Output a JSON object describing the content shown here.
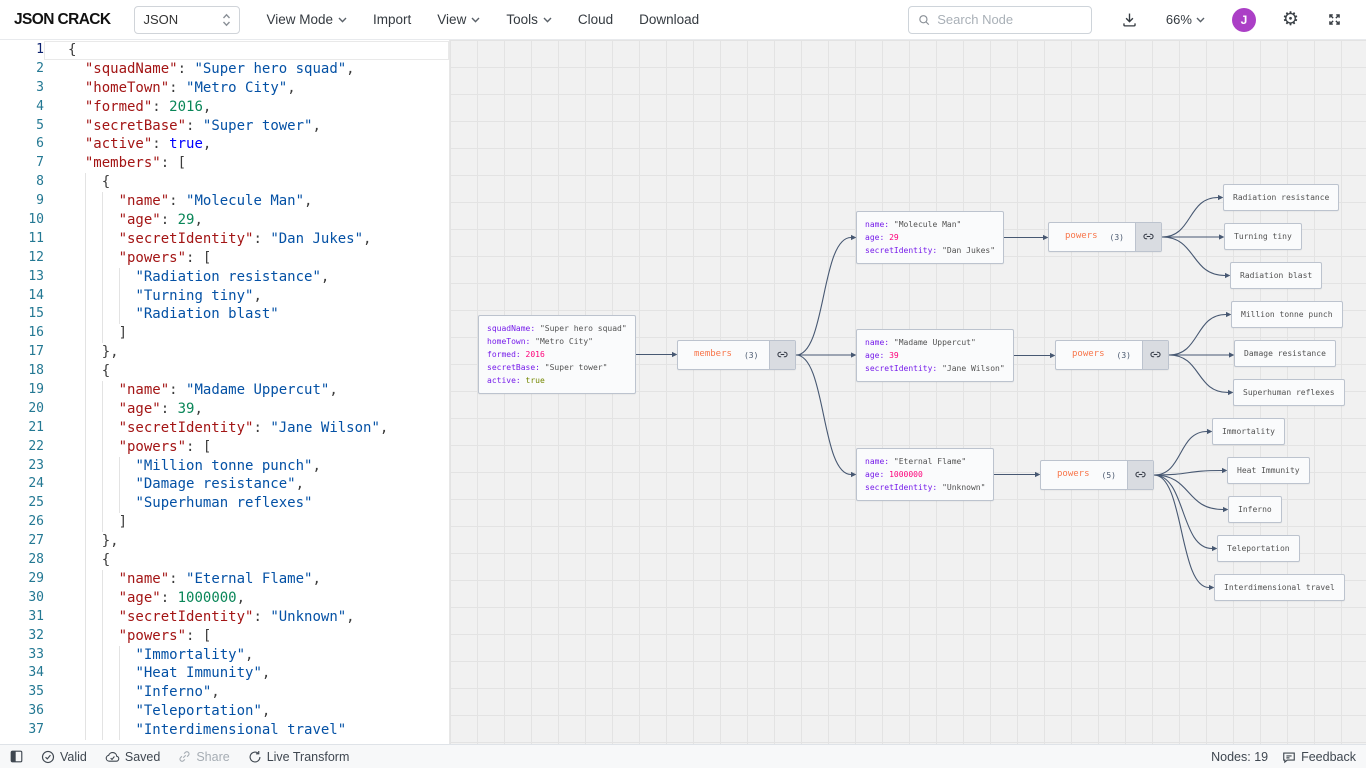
{
  "header": {
    "logo": "JSON CRACK",
    "format_select": "JSON",
    "menus": [
      "View Mode",
      "Import",
      "View",
      "Tools",
      "Cloud",
      "Download"
    ],
    "search_placeholder": "Search Node",
    "zoom": "66%",
    "avatar_initial": "J"
  },
  "editor": {
    "lines": [
      "{",
      "  \"squadName\": \"Super hero squad\",",
      "  \"homeTown\": \"Metro City\",",
      "  \"formed\": 2016,",
      "  \"secretBase\": \"Super tower\",",
      "  \"active\": true,",
      "  \"members\": [",
      "    {",
      "      \"name\": \"Molecule Man\",",
      "      \"age\": 29,",
      "      \"secretIdentity\": \"Dan Jukes\",",
      "      \"powers\": [",
      "        \"Radiation resistance\",",
      "        \"Turning tiny\",",
      "        \"Radiation blast\"",
      "      ]",
      "    },",
      "    {",
      "      \"name\": \"Madame Uppercut\",",
      "      \"age\": 39,",
      "      \"secretIdentity\": \"Jane Wilson\",",
      "      \"powers\": [",
      "        \"Million tonne punch\",",
      "        \"Damage resistance\",",
      "        \"Superhuman reflexes\"",
      "      ]",
      "    },",
      "    {",
      "      \"name\": \"Eternal Flame\",",
      "      \"age\": 1000000,",
      "      \"secretIdentity\": \"Unknown\",",
      "      \"powers\": [",
      "        \"Immortality\",",
      "        \"Heat Immunity\",",
      "        \"Inferno\",",
      "        \"Teleportation\",",
      "        \"Interdimensional travel\""
    ]
  },
  "graph": {
    "nodes": [
      {
        "id": "root",
        "kind": "object",
        "rows": [
          {
            "key": "squadName",
            "value": "\"Super hero squad\"",
            "type": "string"
          },
          {
            "key": "homeTown",
            "value": "\"Metro City\"",
            "type": "string"
          },
          {
            "key": "formed",
            "value": "2016",
            "type": "number"
          },
          {
            "key": "secretBase",
            "value": "\"Super tower\"",
            "type": "string"
          },
          {
            "key": "active",
            "value": "true",
            "type": "bool"
          }
        ]
      },
      {
        "id": "members",
        "kind": "parent",
        "label": "members",
        "count": "(3)"
      },
      {
        "id": "m1",
        "kind": "object",
        "rows": [
          {
            "key": "name",
            "value": "\"Molecule Man\"",
            "type": "string"
          },
          {
            "key": "age",
            "value": "29",
            "type": "number"
          },
          {
            "key": "secretIdentity",
            "value": "\"Dan Jukes\"",
            "type": "string"
          }
        ]
      },
      {
        "id": "p1",
        "kind": "parent",
        "label": "powers",
        "count": "(3)"
      },
      {
        "id": "p1a",
        "kind": "leaf",
        "text": "Radiation resistance"
      },
      {
        "id": "p1b",
        "kind": "leaf",
        "text": "Turning tiny"
      },
      {
        "id": "p1c",
        "kind": "leaf",
        "text": "Radiation blast"
      },
      {
        "id": "m2",
        "kind": "object",
        "rows": [
          {
            "key": "name",
            "value": "\"Madame Uppercut\"",
            "type": "string"
          },
          {
            "key": "age",
            "value": "39",
            "type": "number"
          },
          {
            "key": "secretIdentity",
            "value": "\"Jane Wilson\"",
            "type": "string"
          }
        ]
      },
      {
        "id": "p2",
        "kind": "parent",
        "label": "powers",
        "count": "(3)"
      },
      {
        "id": "p2a",
        "kind": "leaf",
        "text": "Million tonne punch"
      },
      {
        "id": "p2b",
        "kind": "leaf",
        "text": "Damage resistance"
      },
      {
        "id": "p2c",
        "kind": "leaf",
        "text": "Superhuman reflexes"
      },
      {
        "id": "m3",
        "kind": "object",
        "rows": [
          {
            "key": "name",
            "value": "\"Eternal Flame\"",
            "type": "string"
          },
          {
            "key": "age",
            "value": "1000000",
            "type": "number"
          },
          {
            "key": "secretIdentity",
            "value": "\"Unknown\"",
            "type": "string"
          }
        ]
      },
      {
        "id": "p3",
        "kind": "parent",
        "label": "powers",
        "count": "(5)"
      },
      {
        "id": "p3a",
        "kind": "leaf",
        "text": "Immortality"
      },
      {
        "id": "p3b",
        "kind": "leaf",
        "text": "Heat Immunity"
      },
      {
        "id": "p3c",
        "kind": "leaf",
        "text": "Inferno"
      },
      {
        "id": "p3d",
        "kind": "leaf",
        "text": "Teleportation"
      },
      {
        "id": "p3e",
        "kind": "leaf",
        "text": "Interdimensional travel"
      }
    ],
    "edges": [
      [
        "root",
        "members"
      ],
      [
        "members",
        "m1"
      ],
      [
        "members",
        "m2"
      ],
      [
        "members",
        "m3"
      ],
      [
        "m1",
        "p1"
      ],
      [
        "p1",
        "p1a"
      ],
      [
        "p1",
        "p1b"
      ],
      [
        "p1",
        "p1c"
      ],
      [
        "m2",
        "p2"
      ],
      [
        "p2",
        "p2a"
      ],
      [
        "p2",
        "p2b"
      ],
      [
        "p2",
        "p2c"
      ],
      [
        "m3",
        "p3"
      ],
      [
        "p3",
        "p3a"
      ],
      [
        "p3",
        "p3b"
      ],
      [
        "p3",
        "p3c"
      ],
      [
        "p3",
        "p3d"
      ],
      [
        "p3",
        "p3e"
      ]
    ]
  },
  "statusbar": {
    "items": [
      "Valid",
      "Saved",
      "Share",
      "Live Transform"
    ],
    "nodes_count": "Nodes: 19",
    "feedback": "Feedback"
  },
  "colors": {
    "c_key": "#A31515",
    "c_str": "#0451A5",
    "c_num": "#098658",
    "c_bool": "#0000FF",
    "c_node_key": "#761CEA",
    "c_node_val": "#535353",
    "c_node_int": "#FD0079",
    "c_node_bool": "#748700",
    "c_parent": "#F8764B",
    "c_edge": "#475872",
    "c_node_bg": "#fafbfc",
    "c_node_border": "#bcc3ce"
  }
}
